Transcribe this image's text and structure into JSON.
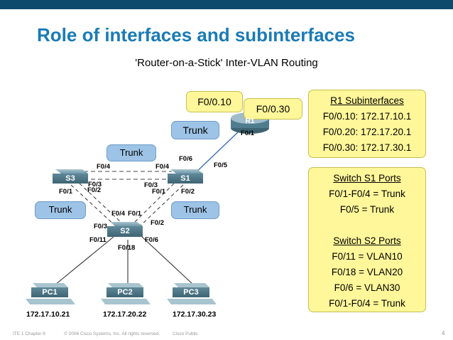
{
  "title": "Role of interfaces and subinterfaces",
  "subtitle": "'Router-on-a-Stick' Inter-VLAN Routing",
  "callouts": {
    "f0_0_10": "F0/0.10",
    "f0_0_30": "F0/0.30",
    "trunk_r1": "Trunk",
    "trunk_s3_s1": "Trunk",
    "trunk_s3_s2": "Trunk",
    "trunk_s1_s2": "Trunk"
  },
  "devices": {
    "r1": "R1",
    "s1": "S1",
    "s2": "S2",
    "s3": "S3",
    "pc1": "PC1",
    "pc2": "PC2",
    "pc3": "PC3"
  },
  "ports": {
    "r1_f01": "F0/1",
    "s1_f06": "F0/6",
    "s1_f05": "F0/5",
    "s1_f04": "F0/4",
    "s1_f03": "F0/3",
    "s1_f01": "F0/1",
    "s1_f02": "F0/2",
    "s3_f04": "F0/4",
    "s3_f03": "F0/3",
    "s3_f01": "F0/1",
    "s3_f02": "F0/2",
    "s2_f04": "F0/4",
    "s2_f01": "F0/1",
    "s2_f03": "F0/3",
    "s2_f02": "F0/2",
    "s2_f011": "F0/11",
    "s2_f06": "F0/6",
    "s2_f018": "F0/18"
  },
  "pc_ips": {
    "pc1": "172.17.10.21",
    "pc2": "172.17.20.22",
    "pc3": "172.17.30.23"
  },
  "r1_box": {
    "heading": "R1 Subinterfaces",
    "lines": [
      "F0/0.10: 172.17.10.1",
      "F0/0.20: 172.17.20.1",
      "F0/0.30: 172.17.30.1"
    ]
  },
  "switch_box": {
    "s1_heading": "Switch S1 Ports",
    "s1_lines": [
      "F0/1-F0/4 = Trunk",
      "F0/5 = Trunk"
    ],
    "s2_heading": "Switch S2 Ports",
    "s2_lines": [
      "F0/11 = VLAN10",
      "F0/18 = VLAN20",
      "F0/6 = VLAN30",
      "F0/1-F0/4 = Trunk"
    ]
  },
  "footer": {
    "left": "ITE 1 Chapter 6",
    "copyright": "© 2006 Cisco Systems, Inc. All rights reserved.",
    "classification": "Cisco Public",
    "page": "4"
  },
  "colors": {
    "topbar": "#0d4a6b",
    "title": "#1a7bb5",
    "trunk_callout": "#9dc3e6",
    "info_box": "#fff79a",
    "device_body": "#4f7d8e"
  }
}
